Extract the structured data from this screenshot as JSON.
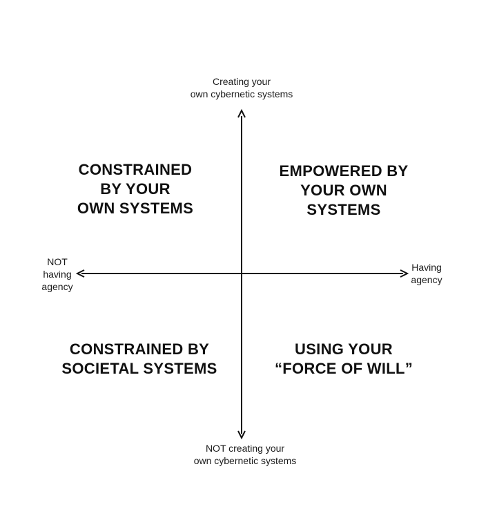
{
  "axes": {
    "top": [
      "Creating your",
      "own cybernetic systems"
    ],
    "bottom": [
      "NOT creating your",
      "own cybernetic systems"
    ],
    "left": [
      "NOT",
      "having",
      "agency"
    ],
    "right": [
      "Having",
      "agency"
    ]
  },
  "quadrants": {
    "top_left": [
      "CONSTRAINED",
      "BY YOUR",
      "OWN SYSTEMS"
    ],
    "top_right": [
      "EMPOWERED BY",
      "YOUR OWN",
      "SYSTEMS"
    ],
    "bottom_left": [
      "CONSTRAINED BY",
      "SOCIETAL SYSTEMS"
    ],
    "bottom_right": [
      "USING YOUR",
      "“FORCE OF WILL”"
    ]
  },
  "colors": {
    "line": "#111111",
    "background": "#ffffff"
  }
}
